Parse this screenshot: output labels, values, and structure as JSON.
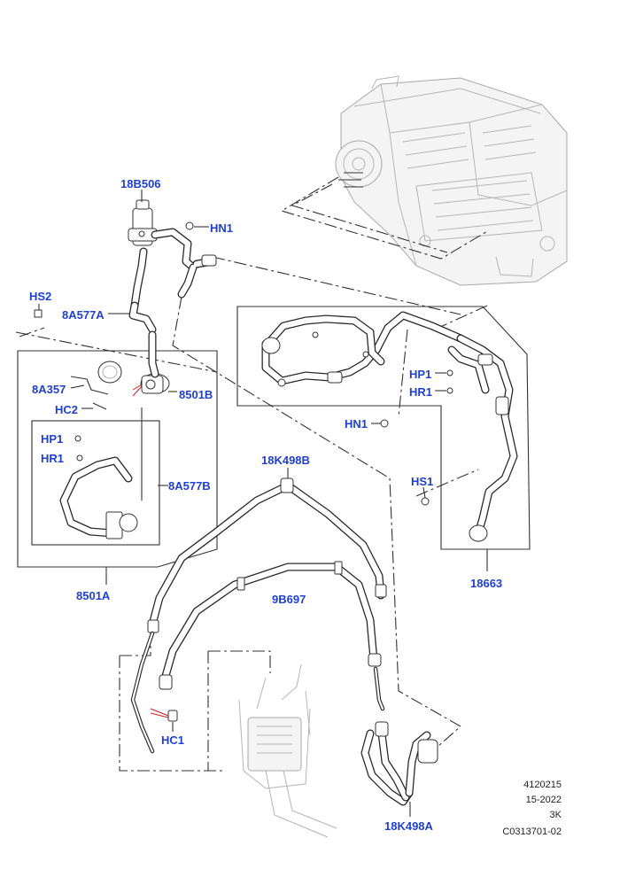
{
  "callouts": {
    "c_18b506": "18B506",
    "c_hn1_top": "HN1",
    "c_hs2": "HS2",
    "c_8a577a": "8A577A",
    "c_8a357": "8A357",
    "c_8501b": "8501B",
    "c_hc2": "HC2",
    "c_hp1_left": "HP1",
    "c_hr1_left": "HR1",
    "c_8a577b": "8A577B",
    "c_8501a": "8501A",
    "c_hp1_right": "HP1",
    "c_hr1_right": "HR1",
    "c_hn1_mid": "HN1",
    "c_hs1": "HS1",
    "c_18663": "18663",
    "c_18k498b": "18K498B",
    "c_9b697": "9B697",
    "c_hc1": "HC1",
    "c_18k498a": "18K498A"
  },
  "footer": {
    "line1": "4120215",
    "line2": "15-2022",
    "line3": "3K",
    "line4": "C0313701-02"
  },
  "colors": {
    "callout": "#1f3fcf",
    "line": "#333333",
    "ghost": "#b5b5b5",
    "leader_red": "#d02020"
  }
}
